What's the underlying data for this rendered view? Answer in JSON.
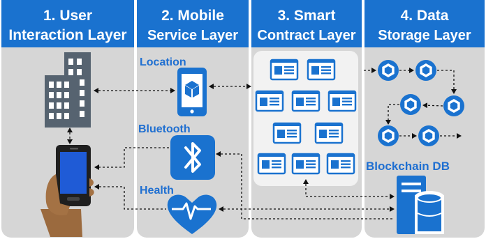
{
  "layers": [
    {
      "line1": "1. User",
      "line2": "Interaction Layer"
    },
    {
      "line1": "2. Mobile",
      "line2": "Service Layer"
    },
    {
      "line1": "3. Smart",
      "line2": "Contract Layer"
    },
    {
      "line1": "4. Data",
      "line2": "Storage Layer"
    }
  ],
  "services": {
    "location": "Location",
    "bluetooth": "Bluetooth",
    "health": "Health"
  },
  "storage": {
    "blockchain_label": "Blockchain DB"
  },
  "colors": {
    "header": "#1a72cf",
    "column": "#d6d6d6",
    "accent": "#1a72cf",
    "building": "#566370",
    "contract_panel": "#f2f2f2"
  },
  "icons": [
    "building-icon",
    "smartphone-icon",
    "location-phone-icon",
    "bluetooth-icon",
    "health-heart-icon",
    "contract-icon",
    "block-icon",
    "database-server-icon"
  ]
}
